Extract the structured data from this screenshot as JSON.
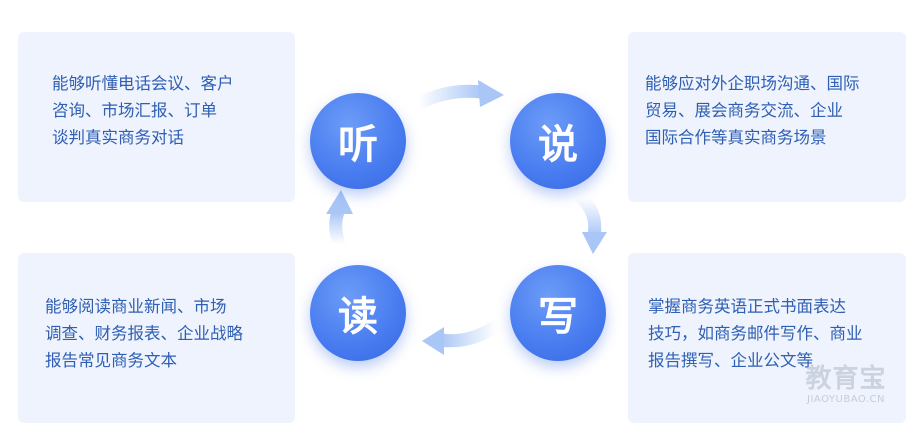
{
  "cards": {
    "top_left": [
      "能够听懂电话会议、客户",
      "咨询、市场汇报、订单",
      "谈判真实商务对话"
    ],
    "top_right": [
      "能够应对外企职场沟通、国际",
      "贸易、展会商务交流、企业",
      "国际合作等真实商务场景"
    ],
    "bottom_left": [
      "能够阅读商业新闻、市场",
      "调查、财务报表、企业战略",
      "报告常见商务文本"
    ],
    "bottom_right": [
      "掌握商务英语正式书面表达",
      "技巧，如商务邮件写作、商业",
      "报告撰写、企业公文等"
    ]
  },
  "skills": {
    "listen": "听",
    "speak": "说",
    "read": "读",
    "write": "写"
  },
  "watermark": {
    "cn": "教育宝",
    "en": "JIAOYUBAO.CN"
  },
  "colors": {
    "card_bg": "#eef3fd",
    "card_text": "#2f5fb3",
    "circle": "#4a7df0",
    "arrow": "#a9c6f6"
  }
}
